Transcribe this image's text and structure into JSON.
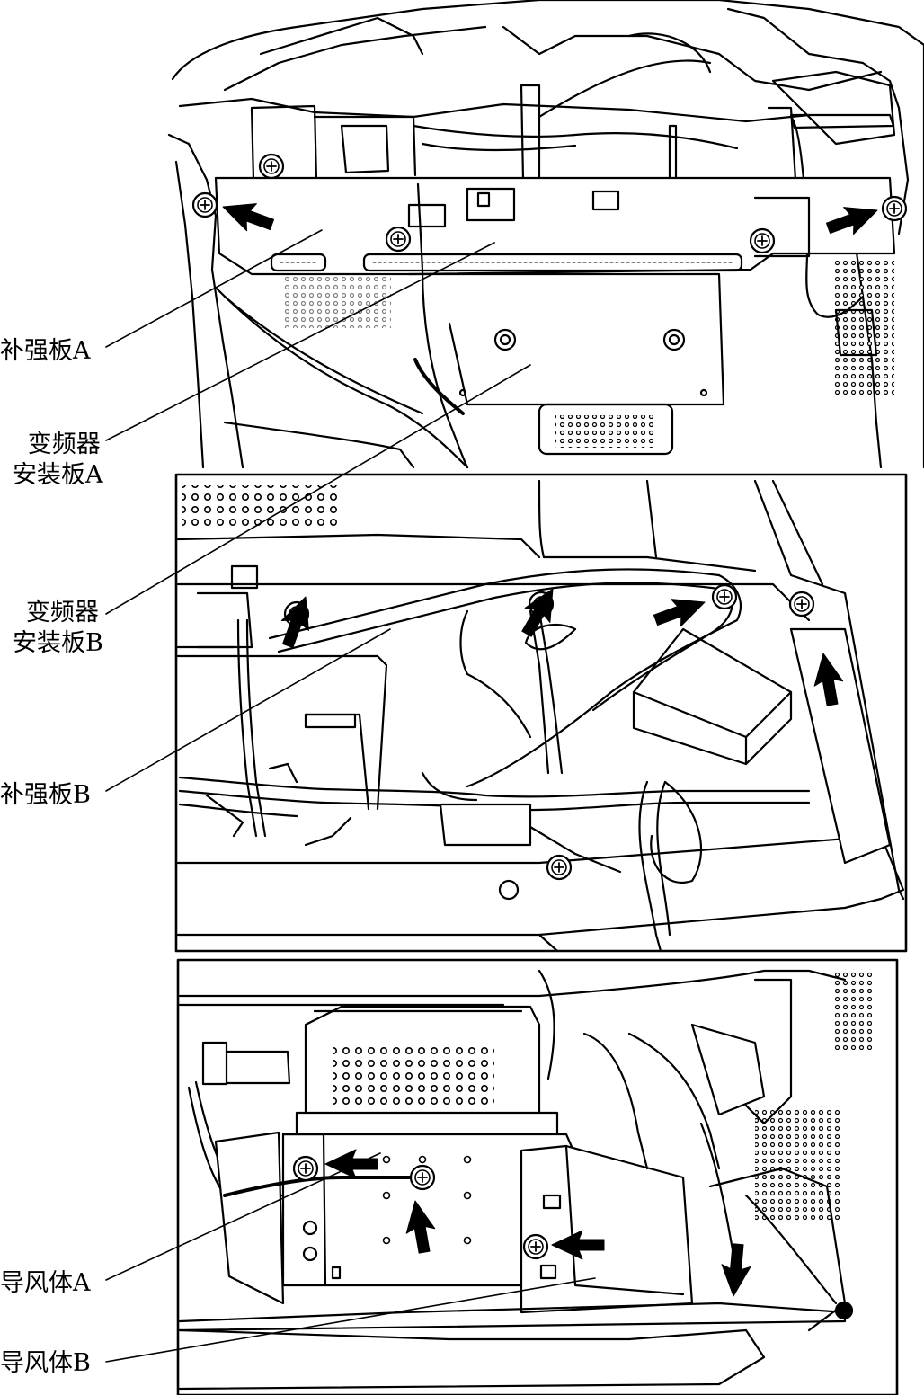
{
  "labels": {
    "reinforce_a": "补强板A",
    "inverter_mount_a_line1": "变频器",
    "inverter_mount_a_line2": "安装板A",
    "inverter_mount_b_line1": "变频器",
    "inverter_mount_b_line2": "安装板B",
    "reinforce_b": "补强板B",
    "air_guide_a": "导风体A",
    "air_guide_b": "导风体B"
  }
}
